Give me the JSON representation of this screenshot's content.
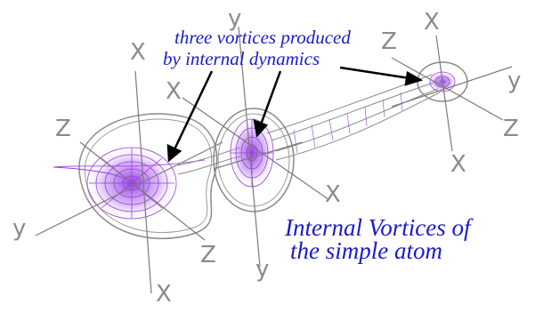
{
  "annotation": {
    "line1": "three vortices produced",
    "line2": "by internal dynamics"
  },
  "caption": {
    "line1": "Internal Vortices of",
    "line2": "the simple atom"
  },
  "axis_labels": {
    "left_x_top": "X",
    "left_z": "Z",
    "left_y": "y",
    "left_z_bottom": "Z",
    "left_x_bottom": "X",
    "mid_x": "X",
    "mid_y_top": "y",
    "mid_y_bottom": "y",
    "mid_x_right": "X",
    "right_x_top": "X",
    "right_z": "Z",
    "right_y": "y",
    "right_z_right": "Z",
    "right_x_bottom": "X"
  },
  "colors": {
    "vortex": "#9a3ddc",
    "axis": "#7a7a7a",
    "caption": "#1a1acc",
    "arrow": "#000000"
  }
}
